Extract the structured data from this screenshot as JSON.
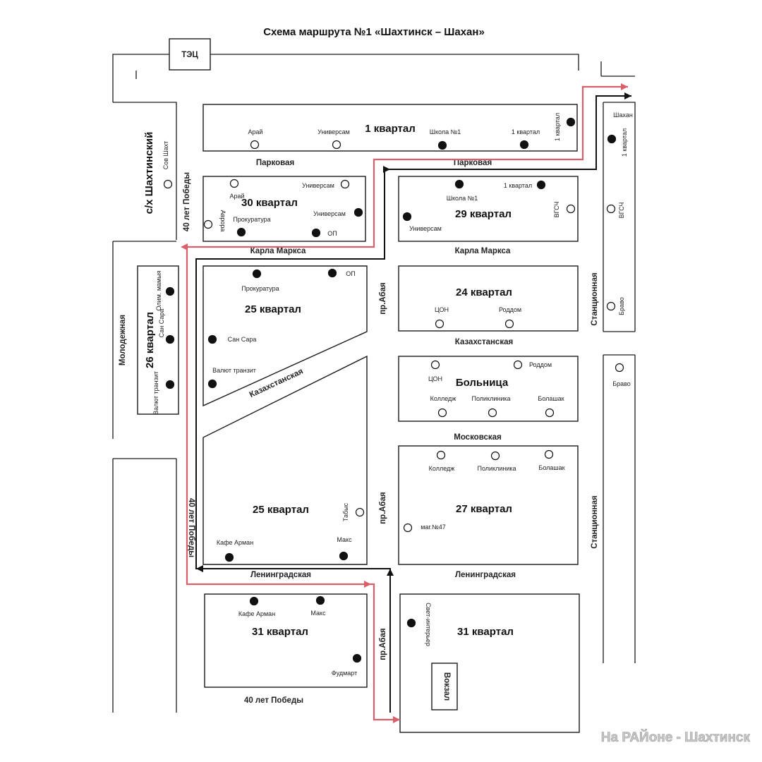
{
  "title": "Схема маршрута №1 «Шахтинск – Шахан»",
  "watermark": "На  РАЙоне  -  Шахтинск",
  "colors": {
    "route_outbound": "#d9606a",
    "route_inbound": "#111111",
    "ink": "#1a1a1a"
  },
  "buildings": {
    "tec": "ТЭЦ",
    "vokzal": "Вокзал"
  },
  "districts": {
    "q1": "1 квартал",
    "q30": "30 квартал",
    "q29": "29 квартал",
    "q25a": "25 квартал",
    "q24": "24 квартал",
    "q26": "26 квартал",
    "hospital": "Больница",
    "q25b": "25 квартал",
    "q27": "27 квартал",
    "q31a": "31 квартал",
    "q31b": "31 квартал",
    "shakhtinsky": "с/х Шахтинский"
  },
  "streets": {
    "parkovaya_w": "Парковая",
    "parkovaya_e": "Парковая",
    "karla_marksa_w": "Карла Маркса",
    "karla_marksa_e": "Карла Маркса",
    "kazakhstanskaya_diag": "Казахстанская",
    "kazakhstanskaya_e": "Казахстанская",
    "moskovskaya": "Московская",
    "leningradskaya_w": "Леningрадская",
    "leningradskaya_e": "Ленинградская",
    "abaya_1": "пр.Абая",
    "abaya_2": "пр.Абая",
    "abaya_3": "пр.Абая",
    "stantsionnaya_1": "Станционная",
    "stantsionnaya_2": "Станционная",
    "molodezhnaya": "Молодежная",
    "pobedy_n": "40 лет Победы",
    "pobedy_mid": "40 лет Победы",
    "pobedy_s": "40 лет Победы"
  },
  "stops": {
    "sov_shakht": "Сов Шахт",
    "q1_aray": "Арай",
    "q1_univ": "Универсам",
    "q1_shkola": "Школа №1",
    "q1_kv": "1 квартал",
    "q1_kv_v": "1 квартал",
    "shakhan": "Шахан",
    "shakhan_kv": "1 квартал",
    "q30_aray": "Арай",
    "q30_univ_o": "Универсам",
    "q30_univ_f": "Универсам",
    "q30_avrora": "Аврора",
    "q30_prok": "Прокуратура",
    "q30_op": "ОП",
    "q29_shkola": "Школа №1",
    "q29_kv": "1 квартал",
    "q29_univ": "Универсам",
    "q29_vgsch": "ВГСЧ",
    "e_vgsch": "ВГСЧ",
    "q25_prok": "Прокуратура",
    "q25_op": "ОП",
    "q25_sansara": "Сан Сара",
    "q25_valyut": "Валют транзит",
    "q26_olimp": "Олим. мамыя",
    "q26_san": "Сан Сара",
    "q26_valyut": "Валют транзит",
    "q24_tson": "ЦОН",
    "q24_roddom": "Роддом",
    "e_bravo_1": "Браво",
    "e_bravo_2": "Браво",
    "h_tson": "ЦОН",
    "h_roddom": "Роддом",
    "h_kolledzh": "Колледж",
    "h_poli": "Поликлиника",
    "h_bolashak": "Болашак",
    "q27_kolledzh": "Колледж",
    "q27_poli": "Поликлиника",
    "q27_bolashak": "Болашак",
    "q27_mag": "маг.№47",
    "q25b_tabys": "Табыс",
    "q25b_kafe": "Кафе Арман",
    "q25b_maks": "Макс",
    "q31_kafe": "Кафе Арман",
    "q31_maks": "Макс",
    "q31_fudmart": "Фудмарт",
    "q31_svet": "Свет-интерьер"
  }
}
